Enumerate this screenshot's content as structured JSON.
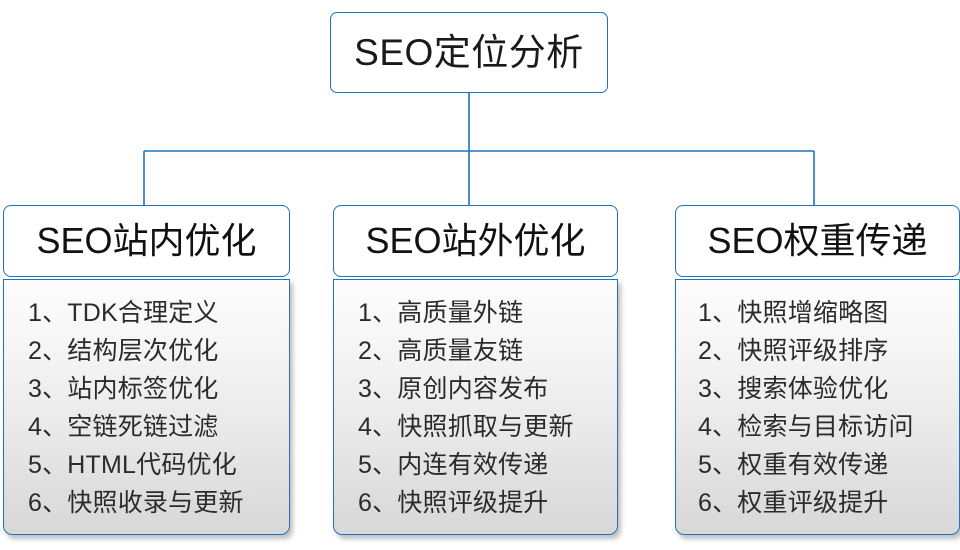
{
  "root": {
    "label": "SEO定位分析"
  },
  "accent_color": "#1f72bd",
  "columns": [
    {
      "id": "seo-onsite",
      "header": "SEO站内优化",
      "items": [
        "1、TDK合理定义",
        "2、结构层次优化",
        "3、站内标签优化",
        "4、空链死链过滤",
        "5、HTML代码优化",
        "6、快照收录与更新"
      ]
    },
    {
      "id": "seo-offsite",
      "header": "SEO站外优化",
      "items": [
        "1、高质量外链",
        "2、高质量友链",
        "3、原创内容发布",
        "4、快照抓取与更新",
        "5、内连有效传递",
        "6、快照评级提升"
      ]
    },
    {
      "id": "seo-weight",
      "header": "SEO权重传递",
      "items": [
        "1、快照增缩略图",
        "2、快照评级排序",
        "3、搜索体验优化",
        "4、检索与目标访问",
        "5、权重有效传递",
        "6、权重评级提升"
      ]
    }
  ]
}
